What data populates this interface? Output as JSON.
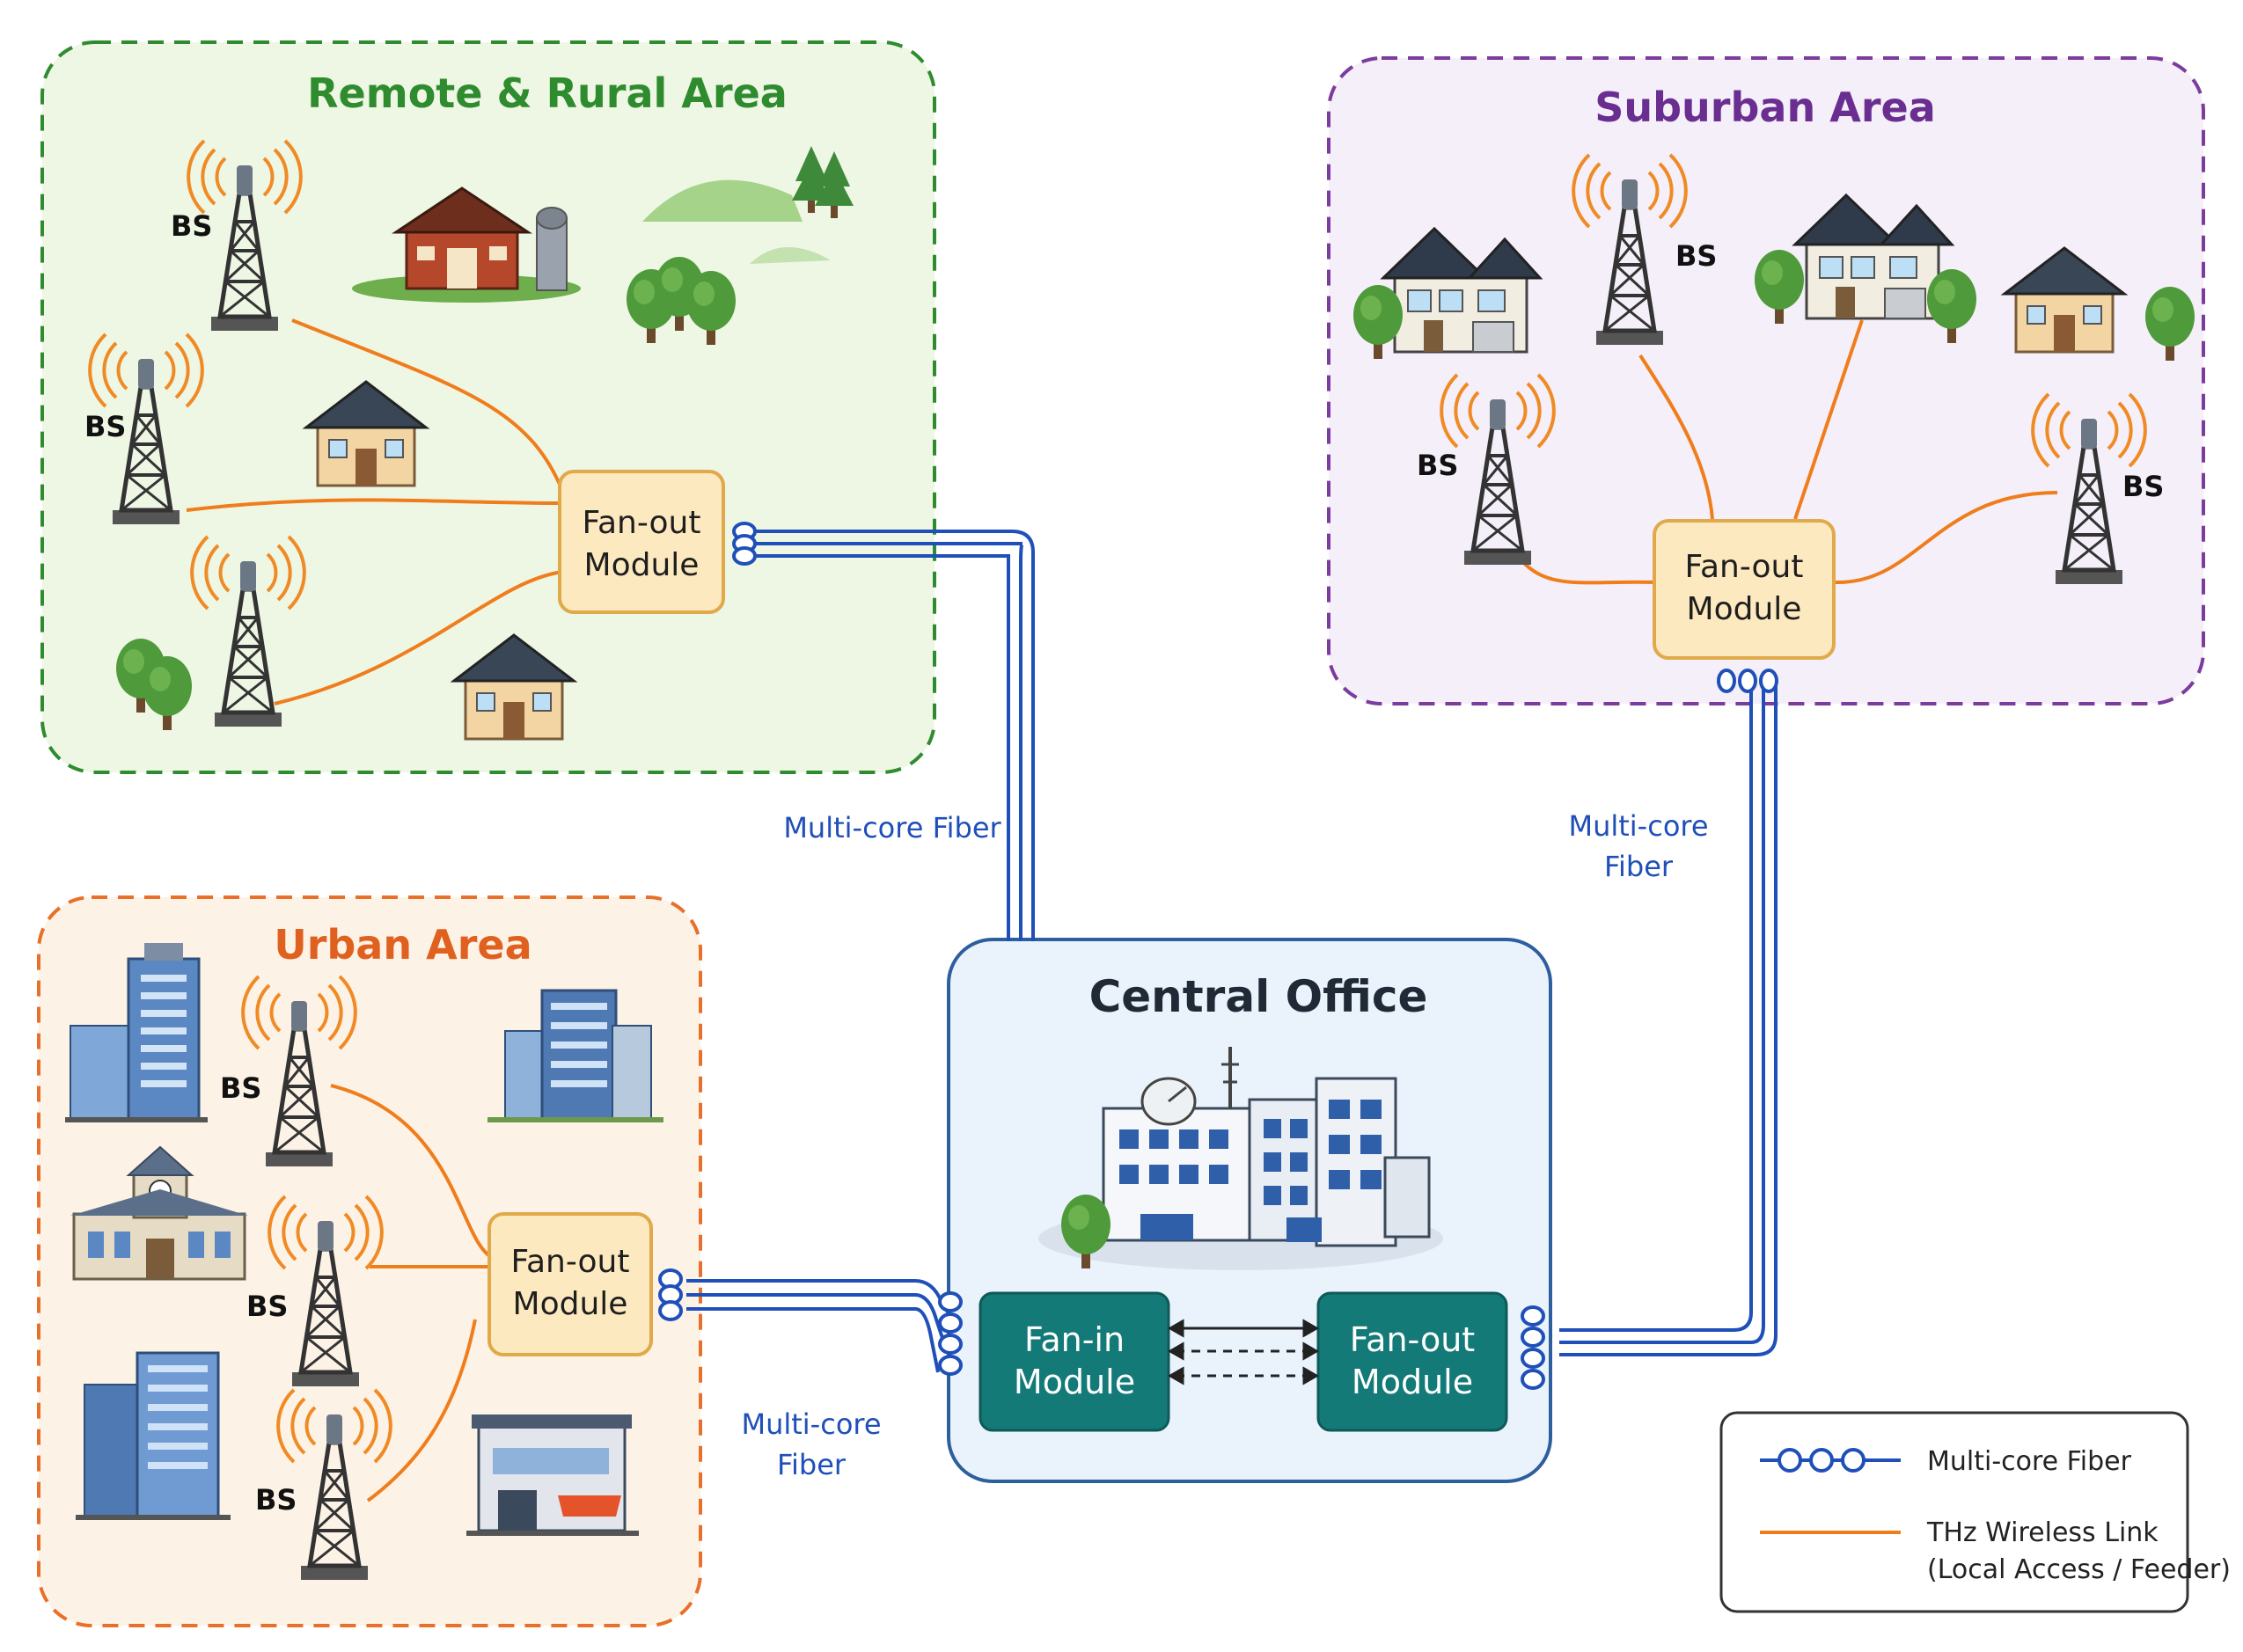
{
  "regions": {
    "rural": {
      "title": "Remote & Rural Area",
      "color": "#2e8b2e",
      "fill": "#eef6e4"
    },
    "suburban": {
      "title": "Suburban Area",
      "color": "#7b3c9e",
      "fill": "#f4eff8"
    },
    "urban": {
      "title": "Urban Area",
      "color": "#e8702a",
      "fill": "#fdf2e6"
    }
  },
  "base_station_label": "BS",
  "modules": {
    "rural_fanout": [
      "Fan-out",
      "Module"
    ],
    "suburban_fanout": [
      "Fan-out",
      "Module"
    ],
    "urban_fanout": [
      "Fan-out",
      "Module"
    ],
    "fanin": [
      "Fan-in",
      "Module"
    ],
    "co_fanout": [
      "Fan-out",
      "Module"
    ]
  },
  "central_office": {
    "title": "Central Office"
  },
  "fiber_labels": {
    "rural": [
      "Multi-core Fiber"
    ],
    "suburban": [
      "Multi-core",
      "Fiber"
    ],
    "urban": [
      "Multi-core",
      "Fiber"
    ]
  },
  "legend": {
    "fiber": "Multi-core Fiber",
    "wireless_line1": "THz Wireless Link",
    "wireless_line2": "(Local Access / Feeder)"
  },
  "colors": {
    "fiber": "#1f4fb8",
    "thz_link": "#f07d1c",
    "module_fill": "#fde9bf",
    "module_stroke": "#e0a94a",
    "co_module_fill": "#137a78",
    "co_fill": "#eaf3fc",
    "co_stroke": "#2d5f9e"
  },
  "icons": [
    "base-station-tower",
    "barn",
    "silo",
    "house",
    "tree",
    "hill",
    "office-building",
    "city-hall",
    "storefront",
    "suburban-house",
    "central-office-building",
    "satellite-dish"
  ]
}
